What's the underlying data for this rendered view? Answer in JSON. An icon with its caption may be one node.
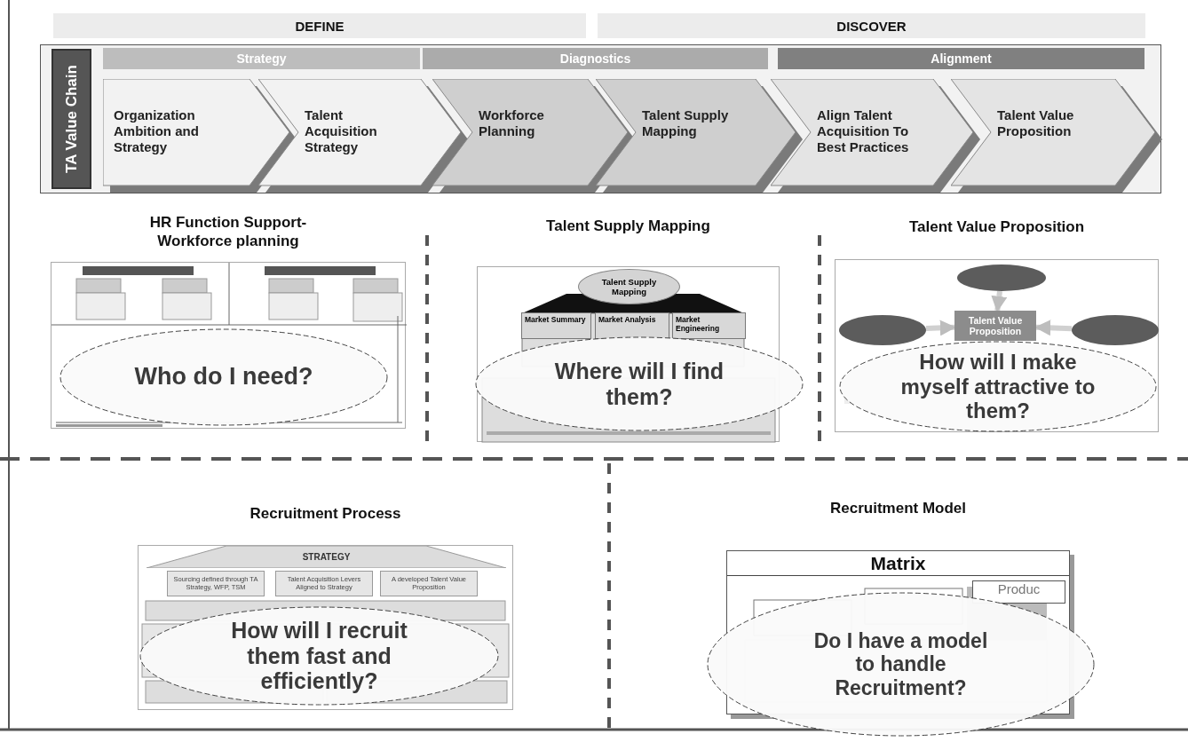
{
  "diagram": {
    "nodes": [
      {
        "text": [
          "DEFINE"
        ]
      },
      {
        "text": [
          "DISCOVER"
        ]
      },
      {
        "text": [
          "TA Value Chain"
        ]
      },
      {
        "text": [
          "Strategy"
        ],
        "in": 2
      },
      {
        "text": [
          "Diagnostics"
        ],
        "in": 2
      },
      {
        "text": [
          "Alignment"
        ],
        "in": 2
      },
      {
        "text": [
          "Organization Ambition and Strategy"
        ],
        "in": 2
      },
      {
        "text": [
          "Talent Acquisition Strategy"
        ],
        "in": 2
      },
      {
        "text": [
          "Workforce Planning"
        ],
        "in": 2
      },
      {
        "text": [
          "Talent Supply Mapping"
        ],
        "in": 2
      },
      {
        "text": [
          "Align Talent Acquisition To Best Practices"
        ],
        "in": 2
      },
      {
        "text": [
          "Talent Value Proposition"
        ],
        "in": 2
      },
      {
        "text": [
          "HR Function Support- Workforce planning"
        ]
      },
      {
        "text": [
          "Who do I need?"
        ],
        "in": 12
      },
      {
        "text": [
          "Talent Supply Mapping"
        ]
      },
      {
        "text": [
          "Talent Supply Mapping"
        ],
        "in": 14
      },
      {
        "text": [
          "Market Summary"
        ],
        "in": 14
      },
      {
        "text": [
          "Market Analysis"
        ],
        "in": 14
      },
      {
        "text": [
          "Market Engineering"
        ],
        "in": 14
      },
      {
        "text": [
          "Where will I find them?"
        ]
      },
      {
        "text": [
          "Talent Value Proposition"
        ]
      },
      {
        "text": [
          "Talent Value Proposition"
        ],
        "in": 20
      },
      {
        "text": [],
        "shape": "circle",
        "in": 20
      },
      {
        "text": [],
        "shape": "circle",
        "in": 20
      },
      {
        "text": [],
        "shape": "circle",
        "in": 20
      },
      {
        "text": [
          "How will I make myself attractive to them?"
        ],
        "in": 20
      },
      {
        "text": [
          "Recruitment Process"
        ]
      },
      {
        "text": [
          "STRATEGY"
        ],
        "in": 26
      },
      {
        "text": [
          "Sourcing defined through TA Strategy, WFP, TSM"
        ],
        "in": 26
      },
      {
        "text": [
          "Talent Acquisition Levers Aligned to Strategy"
        ],
        "in": 26
      },
      {
        "text": [
          "A developed Talent Value Proposition"
        ],
        "in": 26
      },
      {
        "text": [
          "How will I recruit them fast and efficiently?"
        ],
        "in": 26
      },
      {
        "text": [
          "Recruitment Model",
          "Matrix"
        ]
      },
      {
        "text": [
          "Produc"
        ],
        "in": 32
      },
      {
        "text": [
          "Do I have a model to handle Recruitment?"
        ]
      }
    ],
    "edges": [
      {
        "from": 22,
        "to": 21,
        "arrow": "to"
      },
      {
        "from": 23,
        "to": 21,
        "arrow": "to"
      },
      {
        "from": 24,
        "to": 21,
        "arrow": "to"
      }
    ]
  }
}
